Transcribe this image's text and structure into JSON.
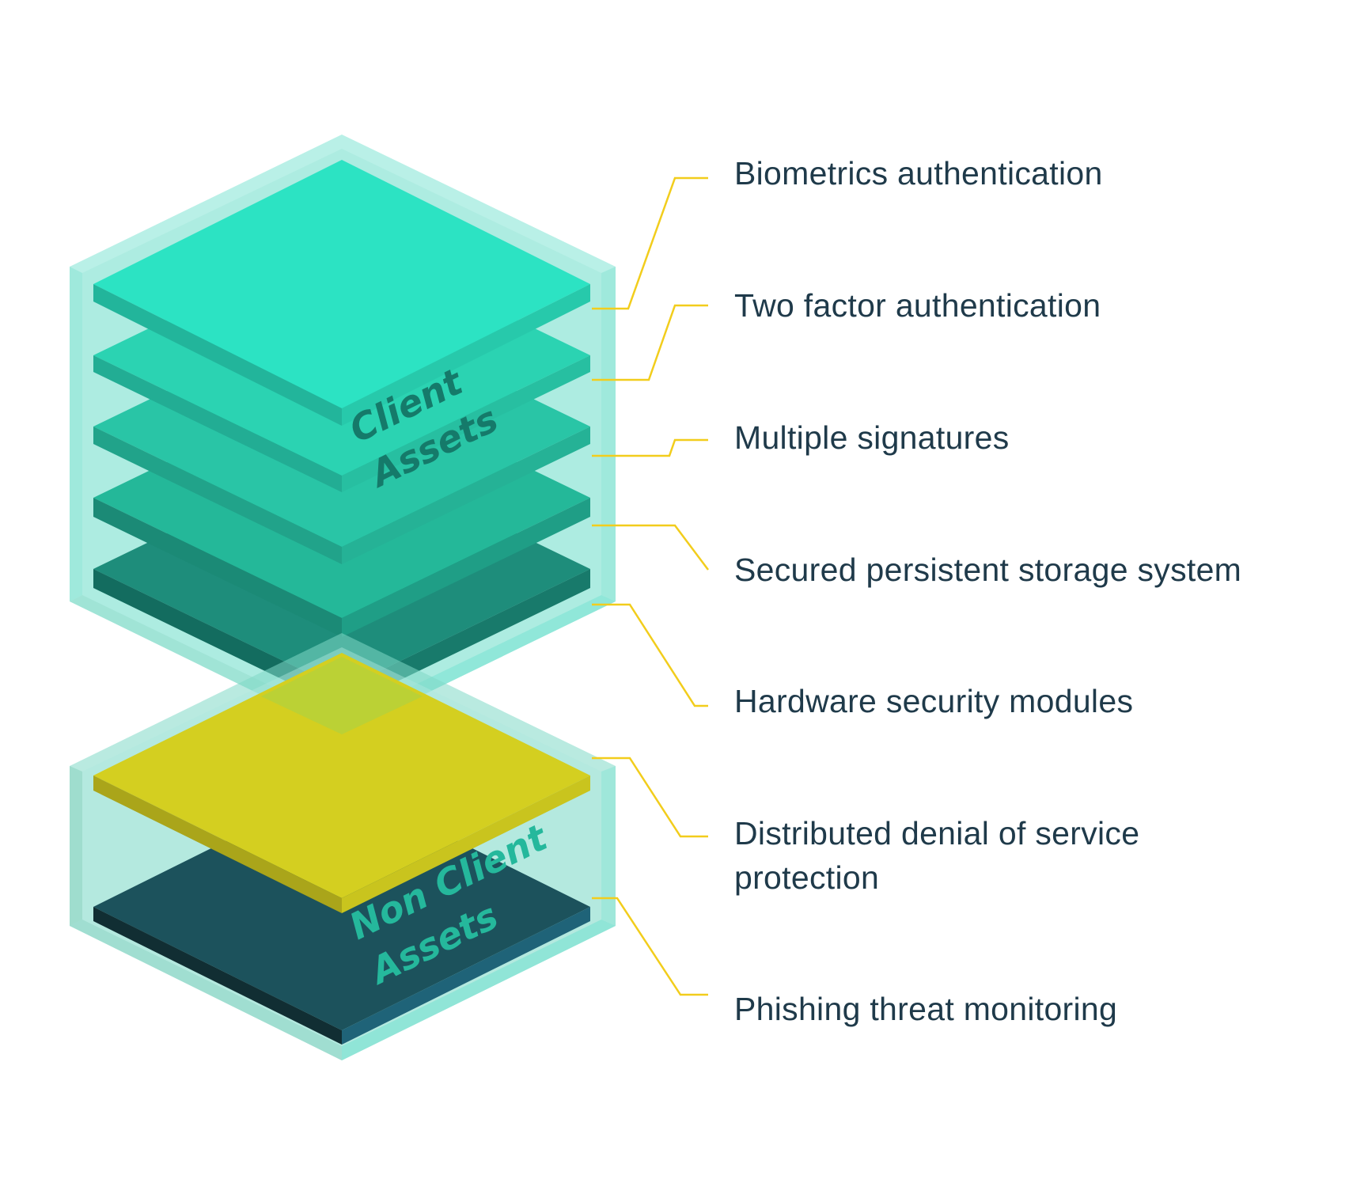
{
  "diagram": {
    "client_group": {
      "tag_lines": [
        "Client",
        "Assets"
      ],
      "tag_color": "#157a6a"
    },
    "non_client_group": {
      "tag_lines": [
        "Non Client",
        "Assets"
      ],
      "tag_color": "#25b89c"
    },
    "labels": [
      {
        "lines": [
          "Biometrics authentication"
        ]
      },
      {
        "lines": [
          "Two factor authentication"
        ]
      },
      {
        "lines": [
          "Multiple signatures"
        ]
      },
      {
        "lines": [
          "Secured persistent storage system"
        ]
      },
      {
        "lines": [
          "Hardware security modules"
        ]
      },
      {
        "lines": [
          "Distributed denial of service",
          "protection"
        ]
      },
      {
        "lines": [
          "Phishing threat monitoring"
        ]
      }
    ],
    "colors": {
      "leader": "#f2cd1c",
      "text": "#1f3a4a",
      "container": "#7fe3d3",
      "layer1": "#2ce3c3",
      "layer2": "#2bd3b2",
      "layer3": "#29c5a6",
      "layer4": "#24b899",
      "layer5": "#1e8d7b",
      "ddos_layer": "#d4cf20",
      "phishing_layer": "#1c525c"
    }
  }
}
